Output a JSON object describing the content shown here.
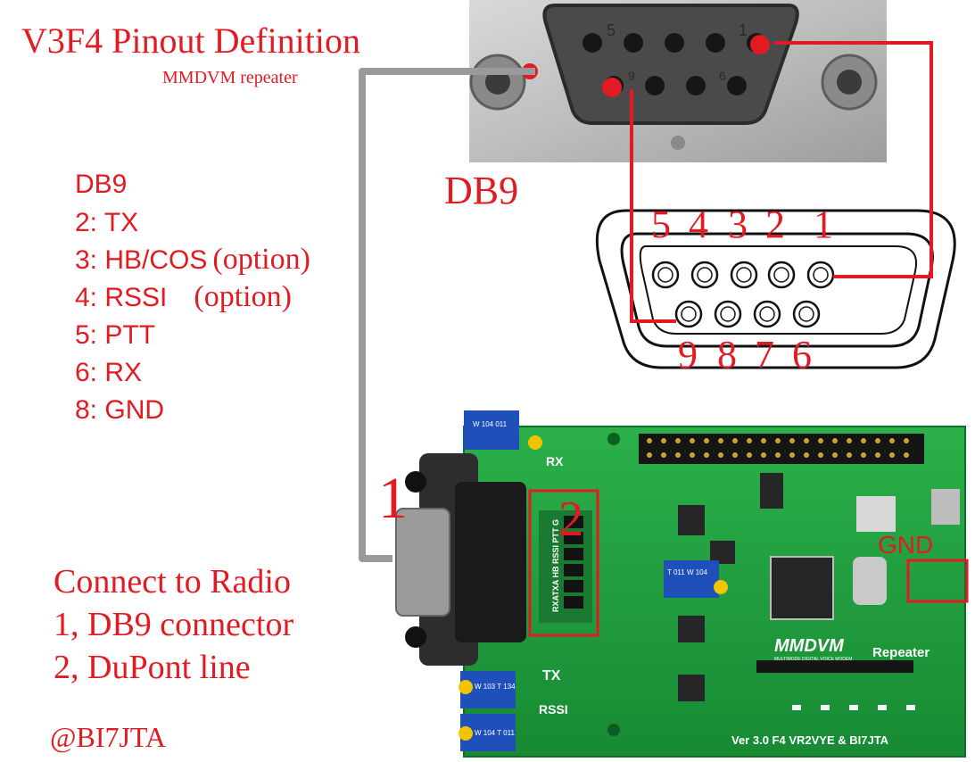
{
  "title": "V3F4 Pinout Definition",
  "subtitle": "MMDVM repeater",
  "db9_photo_label": "DB9",
  "pin_list": {
    "heading": "DB9",
    "items": [
      {
        "text": "2: TX",
        "note": ""
      },
      {
        "text": "3: HB/COS",
        "note": "(option)"
      },
      {
        "text": "4: RSSI",
        "note": "(option)"
      },
      {
        "text": "5: PTT",
        "note": ""
      },
      {
        "text": "6: RX",
        "note": ""
      },
      {
        "text": "8: GND",
        "note": ""
      }
    ]
  },
  "connector_diagram": {
    "top_numbers": [
      "5",
      "4",
      "3",
      "2",
      "1"
    ],
    "bottom_numbers": [
      "9",
      "8",
      "7",
      "6"
    ]
  },
  "photo_pin_numbers": {
    "pin5": "5",
    "pin1": "1",
    "pin9": "9",
    "pin6": "6"
  },
  "callouts": {
    "one": "1",
    "two": "2",
    "gnd": "GND"
  },
  "connect": {
    "heading": "Connect to Radio",
    "lines": [
      "1, DB9 connector",
      "2, DuPont line"
    ]
  },
  "author": "@BI7JTA",
  "board": {
    "logo": "MMDVM",
    "logo_sub": "MULTIMODE DIGITAL VOICE MODEM",
    "name": "Repeater",
    "version": "Ver 3.0 F4 VR2VYE & BI7JTA",
    "labels": {
      "rx": "RX",
      "tx": "TX",
      "rssi": "RSSI",
      "header": "RXATXA HB RSSI PTT G"
    },
    "pots": [
      {
        "label": "W 104 011"
      },
      {
        "label": "T 011 W 104"
      },
      {
        "label": "W 103 T 134"
      },
      {
        "label": "W 104 T 011"
      }
    ]
  },
  "colors": {
    "accent_red": "#e21b22",
    "wire_gray": "#9a9a9a",
    "pcb_green": "#1f9e3c",
    "pot_blue": "#1f4fb8"
  }
}
